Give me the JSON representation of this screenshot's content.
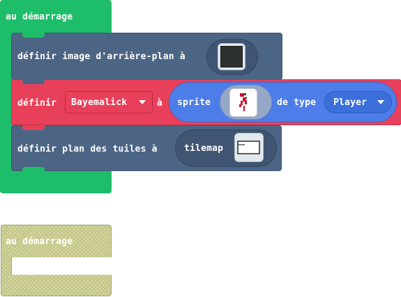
{
  "event_block": {
    "title": "au démarrage",
    "color": "#1ebd6a"
  },
  "statements": [
    {
      "label": "définir image d'arrière-plan à",
      "color": "#4d6584",
      "input": {
        "kind": "image",
        "icon": "background-image-thumbnail-icon"
      }
    },
    {
      "label_prefix": "définir",
      "variable_dropdown": "Bayemalick",
      "label_mid": "à",
      "color": "#e8405a",
      "reporter": {
        "label": "sprite",
        "icon": "player-sprite-thumbnail-icon",
        "type_label": "de type",
        "kind_dropdown": "Player",
        "color": "#4d7de8"
      }
    },
    {
      "label": "définir plan des tuiles à",
      "color": "#4d6584",
      "reporter": {
        "label": "tilemap",
        "icon": "tilemap-thumbnail-icon"
      }
    }
  ],
  "ghost_block": {
    "title": "au démarrage",
    "state": "disabled"
  }
}
